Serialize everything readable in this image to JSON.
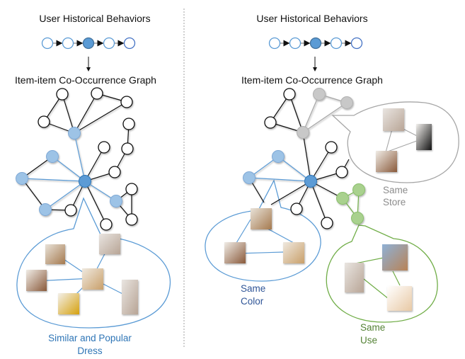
{
  "colors": {
    "blue_fill": "#9dc3e6",
    "blue_stroke": "#5b9bd5",
    "center_fill": "#5b9bd5",
    "center_stroke": "#2e75b6",
    "gray_fill": "#c8c8c8",
    "gray_stroke": "#a6a6a6",
    "green_fill": "#a9d18e",
    "green_stroke": "#70ad47",
    "white_fill": "#ffffff",
    "black_stroke": "#111111",
    "blue_text": "#2e75b6",
    "dark_blue_text": "#2f5597",
    "gray_text": "#8c8c8c",
    "green_text": "#548235",
    "divider": "#a0a0a0"
  },
  "left_panel": {
    "sequence_title": "User Historical Behaviors",
    "graph_title": "Item-item Co-Occurrence Graph",
    "callout_label_line1": "Similar and Popular",
    "callout_label_line2": "Dress",
    "callout_images": [
      "dress-image-1",
      "dress-image-2",
      "dress-image-3",
      "dress-image-4",
      "dress-image-5",
      "dress-image-6"
    ]
  },
  "right_panel": {
    "sequence_title": "User Historical Behaviors",
    "graph_title": "Item-item Co-Occurrence Graph",
    "callouts": [
      {
        "id": "same-color",
        "line1": "Same",
        "line2": "Color"
      },
      {
        "id": "same-store",
        "line1": "Same",
        "line2": "Store"
      },
      {
        "id": "same-use",
        "line1": "Same",
        "line2": "Use"
      }
    ]
  }
}
